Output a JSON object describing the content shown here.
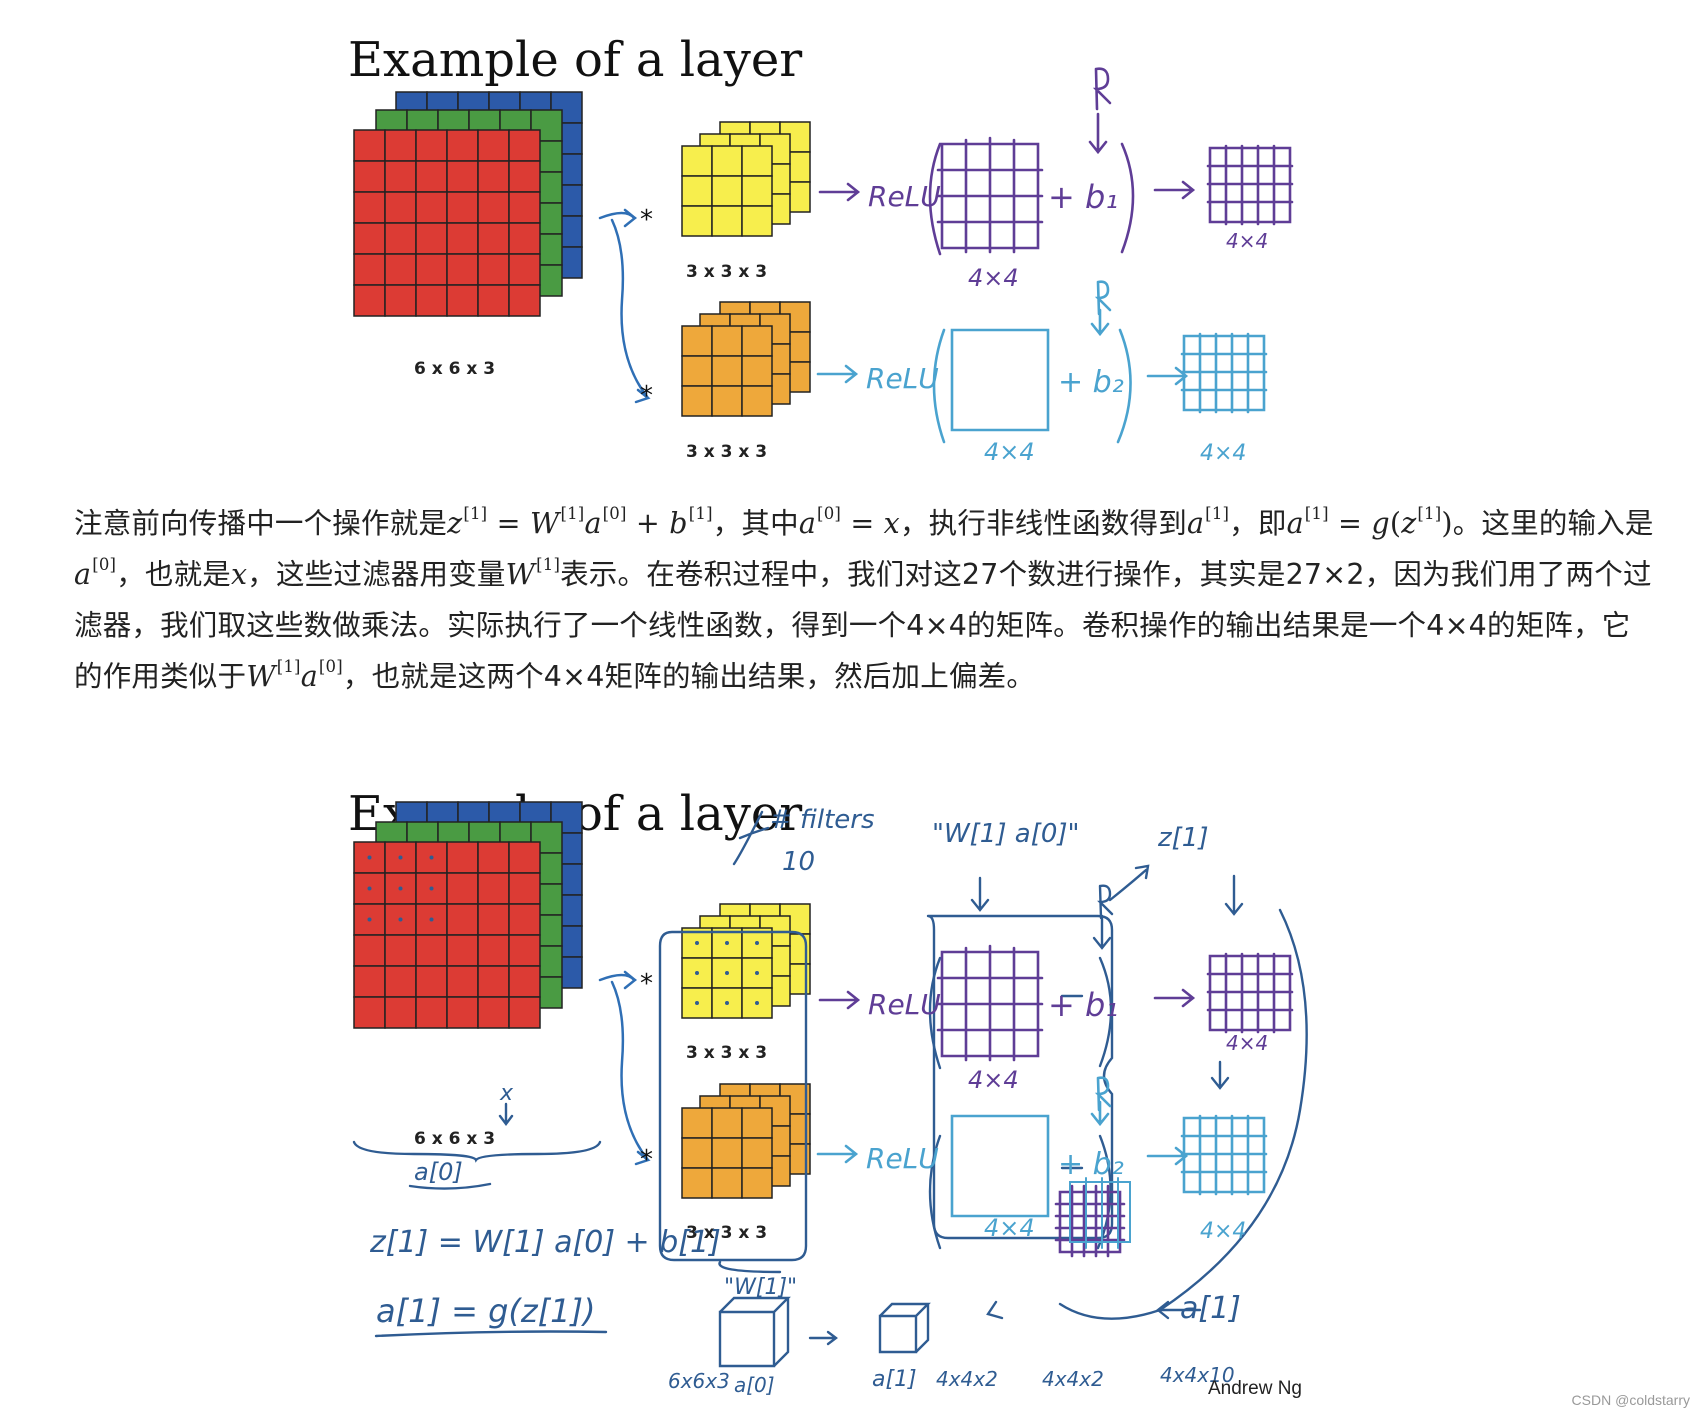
{
  "figure1": {
    "title": "Example of a layer",
    "input_label": "6 x 6 x 3",
    "filter1_label": "3 x 3 x 3",
    "filter2_label": "3 x 3 x 3",
    "star": "*",
    "relu": "ReLU",
    "plus_b1": "+ b₁",
    "plus_b2": "+ b₂",
    "size_4x4": "4×4",
    "r_label": "R"
  },
  "paragraph": {
    "t1": "注意前向传播中一个操作就是",
    "t2": "，其中",
    "t3": "，执行非线性函数得到",
    "t4": "，即",
    "t5": "。这里的输入是",
    "t6": "，也就是",
    "t7": "，这些过滤器用变量",
    "t8": "表示。在卷积过程中，我们对这27个数进行操作，其实是27×2，因为我们用了两个过滤器，我们取这些数做乘法。实际执行了一个线性函数，得到一个4×4的矩阵。卷积操作的输出结果是一个4×4的矩阵，它的作用类似于",
    "t9": "，也就是这两个4×4矩阵的输出结果，然后加上偏差。"
  },
  "figure2": {
    "title": "Example of a layer",
    "input_label": "6 x 6 x 3",
    "filter1_label": "3 x 3 x 3",
    "filter2_label": "3 x 3 x 3",
    "star": "*",
    "relu": "ReLU",
    "plus_b1": "+ b₁",
    "plus_b2": "+ b₂",
    "size_4x4": "4×4",
    "r_label": "R",
    "filters_note": "# filters",
    "ten": "10",
    "wa_note": "\"W[1] a[0]\"",
    "z1_note": "z[1]",
    "w1_note": "\"W[1]\"",
    "a0_under": "a[0]",
    "x_note": "x",
    "eq1": "z[1] = W[1] a[0] + b[1]",
    "eq2": "a[1] = g(z[1])",
    "cube_6x6x3": "6x6x3",
    "cube_a0": "a[0]",
    "cube_a1": "a[1]",
    "size_4x4x2": "4x4x2",
    "size_4x4x2b": "4x4x2",
    "a1_right": "a[1]",
    "size_4x4x10": "4x4x10",
    "credit": "Andrew Ng"
  },
  "watermark": "CSDN @coldstarry",
  "colors": {
    "red": "#dc3b34",
    "green": "#4a9b43",
    "blue": "#2c5aa9",
    "yellow": "#f7ee4d",
    "orange": "#eea83b",
    "purple": "#5f3d96",
    "cyan": "#4aa3cf",
    "navy": "#2f5c92"
  }
}
